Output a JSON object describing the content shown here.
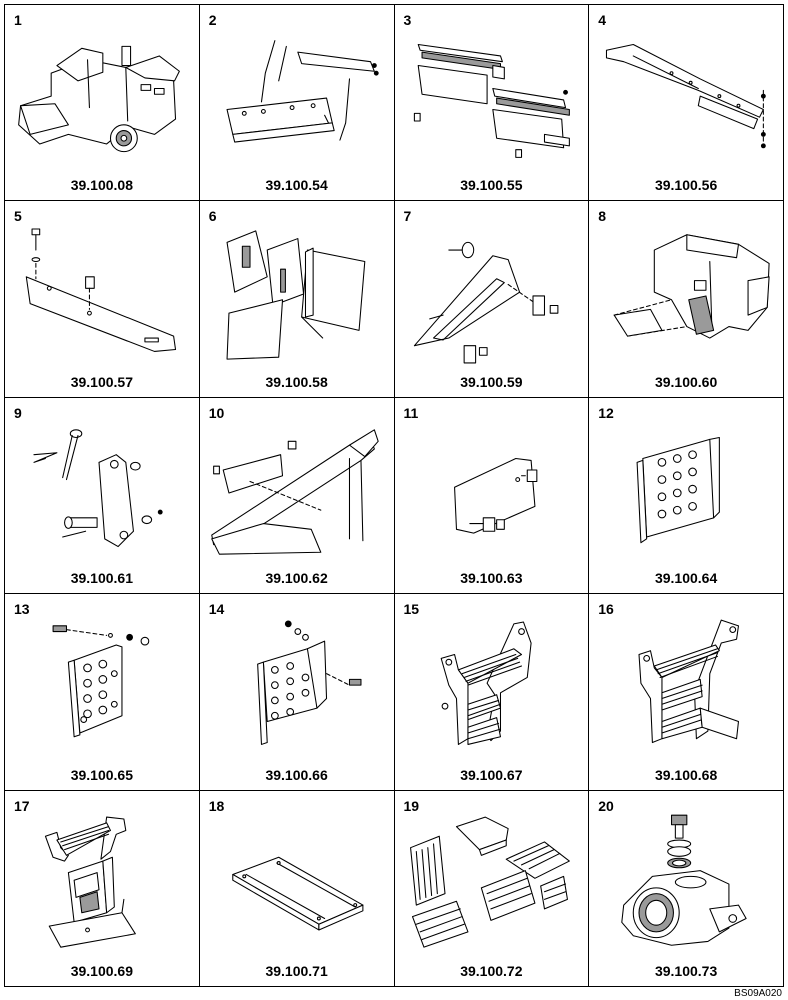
{
  "items": [
    {
      "number": "1",
      "code": "39.100.08"
    },
    {
      "number": "2",
      "code": "39.100.54"
    },
    {
      "number": "3",
      "code": "39.100.55"
    },
    {
      "number": "4",
      "code": "39.100.56"
    },
    {
      "number": "5",
      "code": "39.100.57"
    },
    {
      "number": "6",
      "code": "39.100.58"
    },
    {
      "number": "7",
      "code": "39.100.59"
    },
    {
      "number": "8",
      "code": "39.100.60"
    },
    {
      "number": "9",
      "code": "39.100.61"
    },
    {
      "number": "10",
      "code": "39.100.62"
    },
    {
      "number": "11",
      "code": "39.100.63"
    },
    {
      "number": "12",
      "code": "39.100.64"
    },
    {
      "number": "13",
      "code": "39.100.65"
    },
    {
      "number": "14",
      "code": "39.100.66"
    },
    {
      "number": "15",
      "code": "39.100.67"
    },
    {
      "number": "16",
      "code": "39.100.68"
    },
    {
      "number": "17",
      "code": "39.100.69"
    },
    {
      "number": "18",
      "code": "39.100.71"
    },
    {
      "number": "19",
      "code": "39.100.72"
    },
    {
      "number": "20",
      "code": "39.100.73"
    }
  ],
  "footer_code": "BS09A020"
}
